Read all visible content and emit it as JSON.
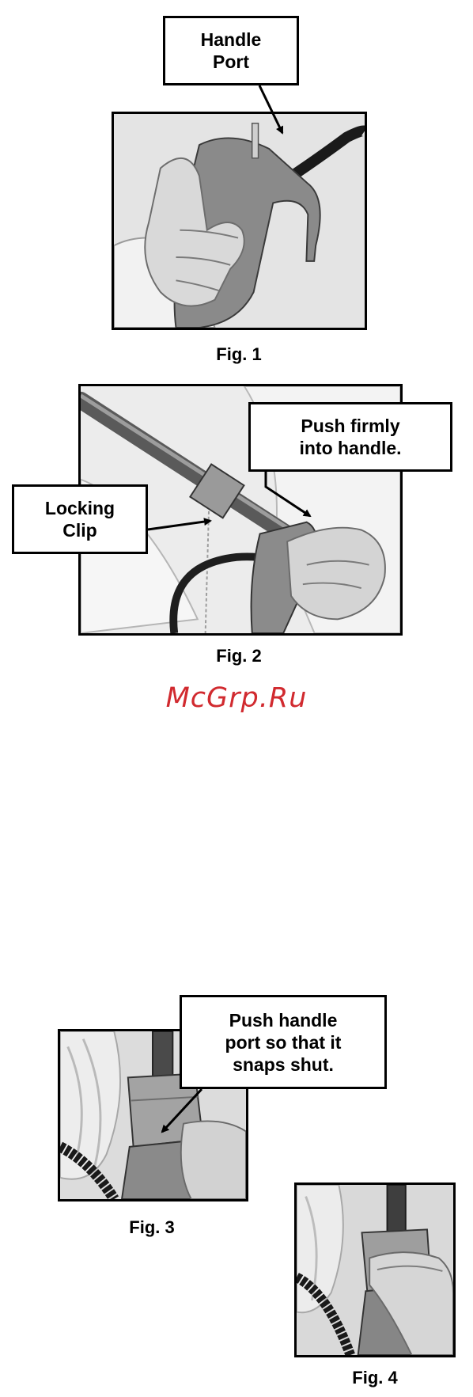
{
  "figures": {
    "fig1": {
      "caption": "Fig. 1",
      "callout": "Handle\nPort"
    },
    "fig2": {
      "caption": "Fig. 2",
      "callout_push": "Push firmly\ninto handle.",
      "callout_lock": "Locking\nClip"
    },
    "fig3": {
      "caption": "Fig. 3",
      "callout": "Push handle\nport so that it\nsnaps shut."
    },
    "fig4": {
      "caption": "Fig. 4"
    }
  },
  "watermark": {
    "text": "McGrp.Ru",
    "color": "#d12a2f"
  }
}
